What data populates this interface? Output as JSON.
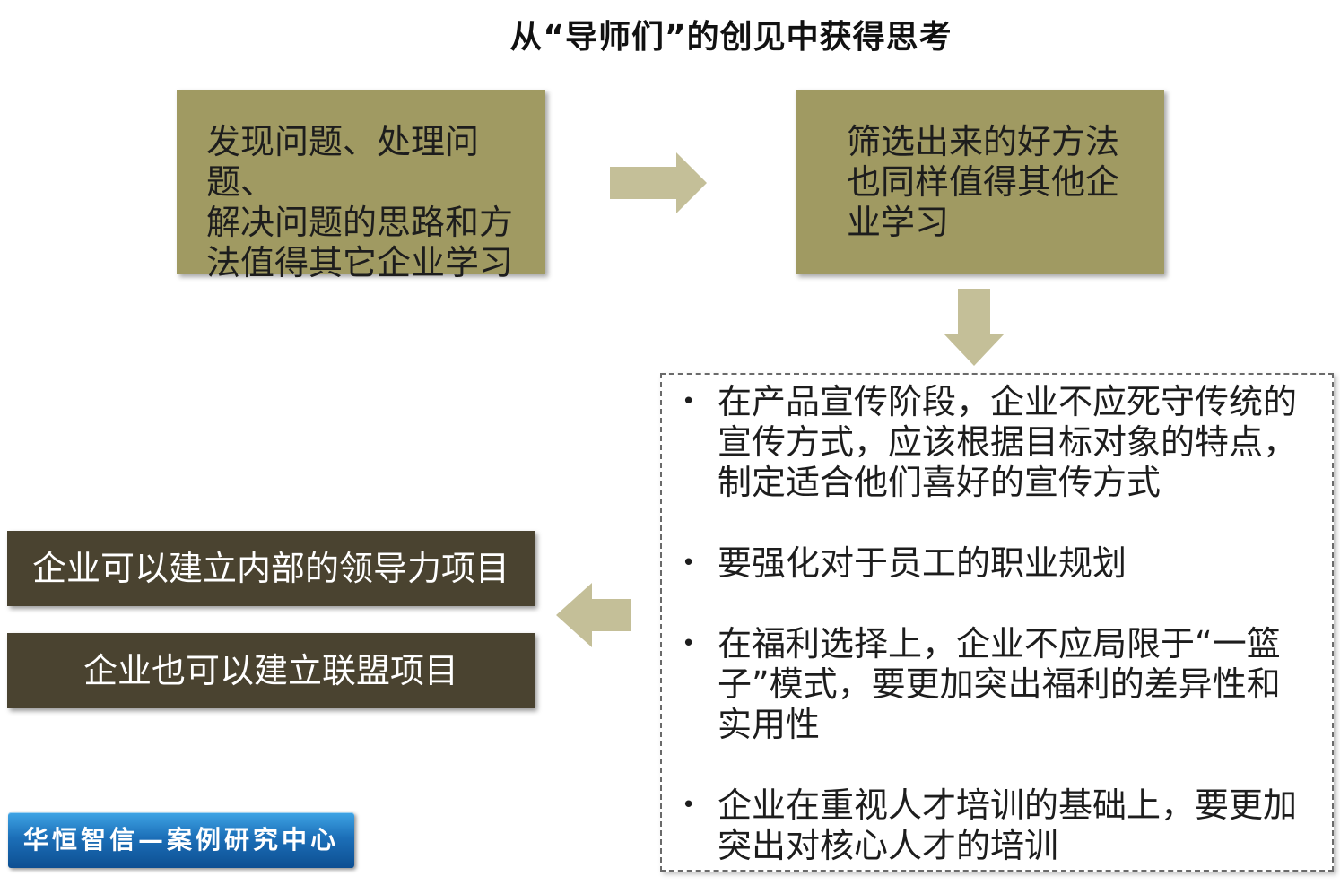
{
  "title": "从“导师们”的创见中获得思考",
  "box_left": "发现问题、处理问题、\n解决问题的思路和方\n法值得其它企业学习",
  "box_right": "筛选出来的好方法\n也同样值得其他企\n业学习",
  "bullets": [
    "在产品宣传阶段，企业不应死守传统的宣传方式，应该根据目标对象的特点，制定适合他们喜好的宣传方式",
    "要强化对于员工的职业规划",
    "在福利选择上，企业不应局限于“一篮子”模式，要更加突出福利的差异性和实用性",
    "企业在重视人才培训的基础上，要更加突出对核心人才的培训"
  ],
  "bullet_symbol": "•",
  "result_boxes": [
    "企业可以建立内部的领导力项目",
    "企业也可以建立联盟项目"
  ],
  "logo_text": "华恒智信—案例研究中心",
  "colors": {
    "olive_box": "#a09a62",
    "arrow": "#c4bf98",
    "dark_box": "#4a4330",
    "logo_blue": "#1c6fb8"
  }
}
